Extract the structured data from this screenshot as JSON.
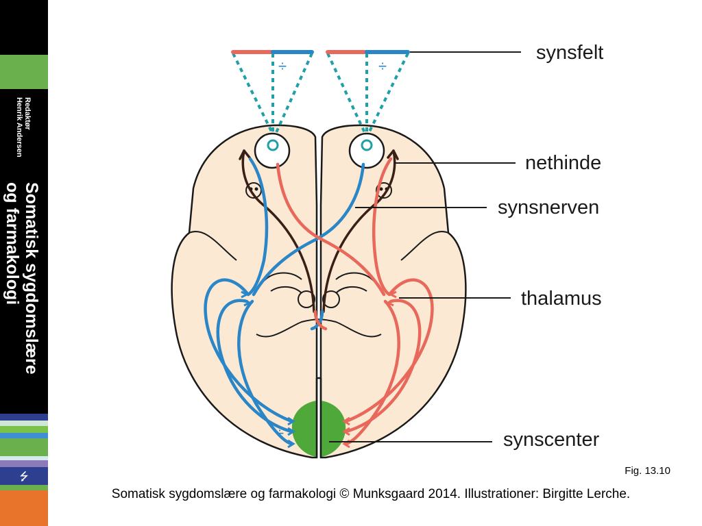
{
  "spine": {
    "editor_line1": "Redaktør",
    "editor_line2": "Henrik Andersen",
    "title_line1": "Somatisk sygdomslære",
    "title_line2": "og farmakologi",
    "publisher_icon": "publisher-logo-icon",
    "colors": {
      "background": "#000000",
      "green": "#6ab04c",
      "orange": "#e8742c",
      "blue": "#2e3f8f"
    }
  },
  "diagram": {
    "labels": {
      "visual_field": "synsfelt",
      "retina": "nethinde",
      "optic_nerve": "synsnerven",
      "thalamus": "thalamus",
      "visual_center": "synscenter"
    },
    "field_symbol": "÷",
    "colors": {
      "brain_fill": "#fbe9d4",
      "outline": "#1a1a1a",
      "blue_pathway": "#2a86c6",
      "red_pathway": "#e8685c",
      "dashed_lines": "#1ea0a6",
      "visual_cortex": "#4ea83a",
      "motor_pathway": "#3a1f17"
    }
  },
  "figure_number": "Fig. 13.10",
  "caption": "Somatisk sygdomslære og farmakologi © Munksgaard 2014. Illustrationer: Birgitte Lerche."
}
